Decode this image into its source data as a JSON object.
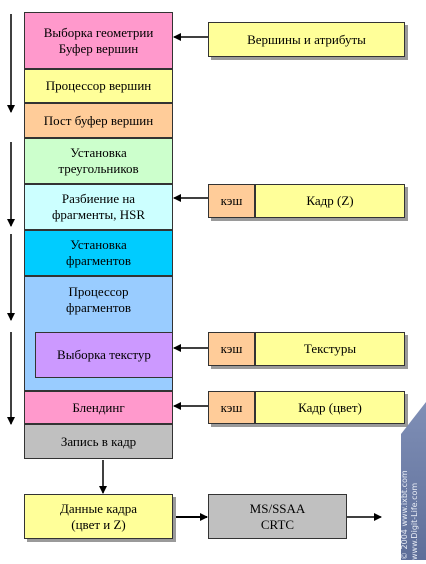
{
  "pipeline": [
    {
      "id": "fetch",
      "text": "Выборка геометрии\nБуфер вершин",
      "color": "#ff99cc"
    },
    {
      "id": "vertex-processor",
      "text": "Процессор вершин",
      "color": "#ffff99"
    },
    {
      "id": "post-vertex-buffer",
      "text": "Пост буфер вершин",
      "color": "#ffcc99"
    },
    {
      "id": "triangle-setup",
      "text": "Установка\nтреугольников",
      "color": "#ccffcc"
    },
    {
      "id": "rasterization",
      "text": "Разбиение на\nфрагменты, HSR",
      "color": "#ccffff"
    },
    {
      "id": "fragment-setup",
      "text": "Установка\nфрагментов",
      "color": "#00ccff"
    },
    {
      "id": "fragment-processor",
      "text": "Процессор\nфрагментов",
      "color": "#99ccff"
    },
    {
      "id": "texture-fetch",
      "text": "Выборка текстур",
      "color": "#cc99ff"
    },
    {
      "id": "blending",
      "text": "Блендинг",
      "color": "#ff99cc"
    },
    {
      "id": "frame-write",
      "text": "Запись в кадр",
      "color": "#c0c0c0"
    }
  ],
  "sources": {
    "vertices": "Вершины и атрибуты",
    "cache_label": "кэш",
    "frame_z": "Кадр (Z)",
    "textures": "Текстуры",
    "frame_color": "Кадр (цвет)"
  },
  "output": {
    "frame_data": "Данные кадра\n(цвет  и Z)",
    "display": "MS/SSAA\nCRTC"
  },
  "colors": {
    "note_yellow": "#ffff99",
    "cache_orange": "#ffcc99",
    "display_gray": "#c0c0c0"
  },
  "watermark": "© 2004 www.ixbt.com\nwww.Digit-Life.com"
}
